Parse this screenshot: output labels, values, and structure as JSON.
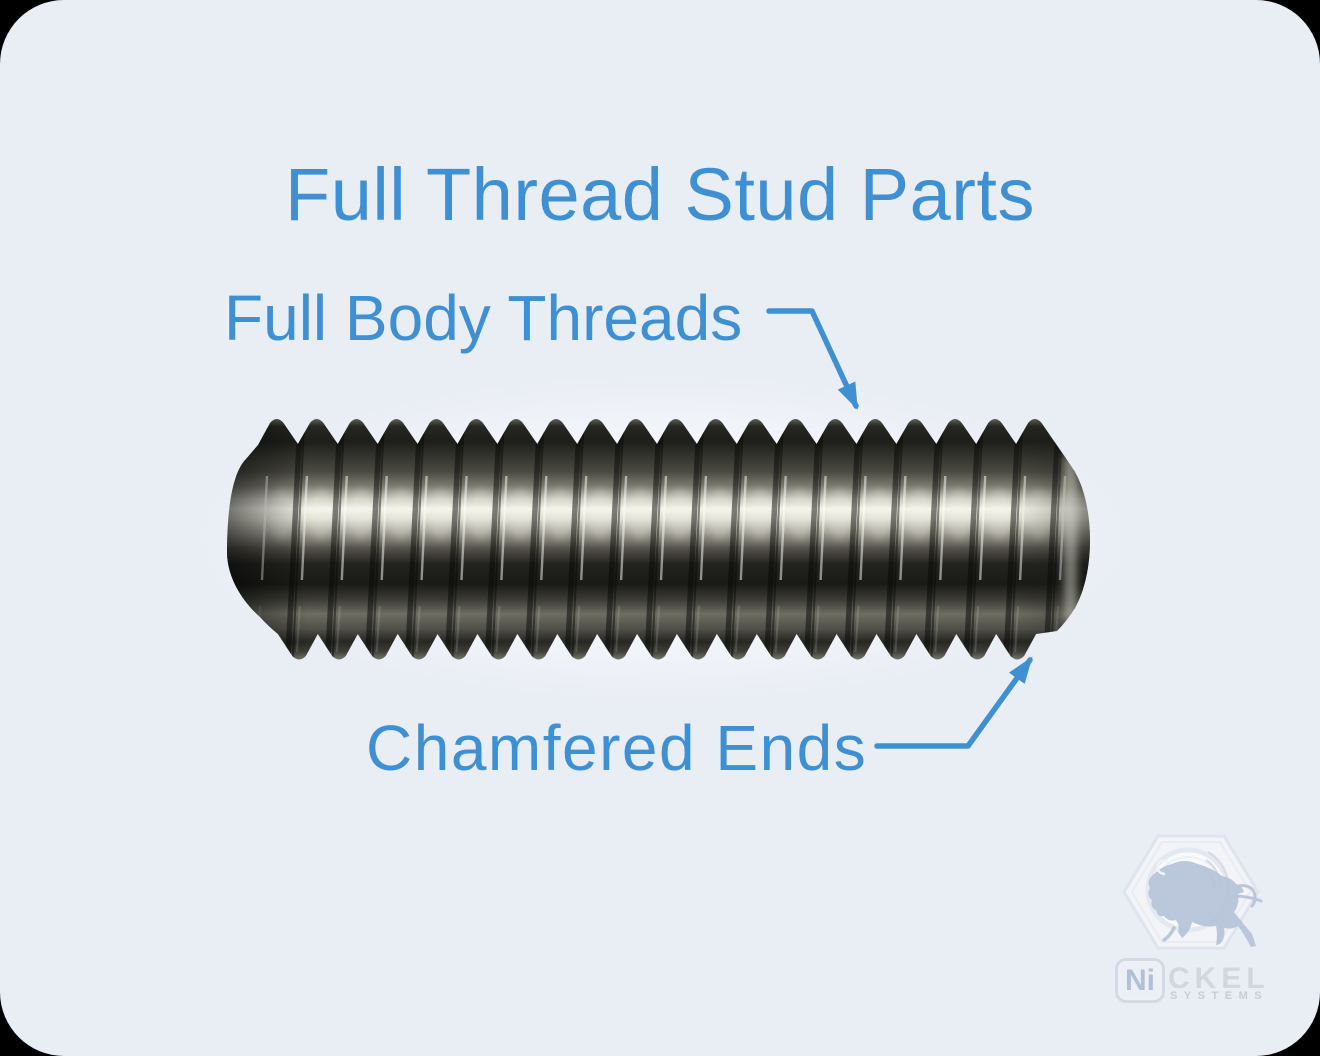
{
  "card": {
    "background": "#E9EDF4",
    "outer_background": "#000000",
    "accent": "#3E90D3"
  },
  "title": "Full Thread Stud Parts",
  "callouts": [
    {
      "label": "Full Body Threads"
    },
    {
      "label": "Chamfered Ends"
    }
  ],
  "figure": {
    "subject": "fully threaded stud, chamfered ends, horizontal metal photo",
    "teeth": 20,
    "groove_color": "#060605",
    "highlight_color": "#ffffff",
    "shading": [
      {
        "o": "0%",
        "c": "#90908a"
      },
      {
        "o": "2%",
        "c": "#5f5f58"
      },
      {
        "o": "5%",
        "c": "#262622"
      },
      {
        "o": "11%",
        "c": "#1d1d1a"
      },
      {
        "o": "17%",
        "c": "#34342f"
      },
      {
        "o": "23%",
        "c": "#4a4a42"
      },
      {
        "o": "29%",
        "c": "#7c7c71"
      },
      {
        "o": "34%",
        "c": "#cacabc"
      },
      {
        "o": "38%",
        "c": "#f4f3e9"
      },
      {
        "o": "42%",
        "c": "#ddddd0"
      },
      {
        "o": "48%",
        "c": "#9b9a8e"
      },
      {
        "o": "54%",
        "c": "#514f48"
      },
      {
        "o": "60%",
        "c": "#23231f"
      },
      {
        "o": "68%",
        "c": "#1a1a17"
      },
      {
        "o": "74%",
        "c": "#3b3b35"
      },
      {
        "o": "80%",
        "c": "#6d6d62"
      },
      {
        "o": "86%",
        "c": "#504f48"
      },
      {
        "o": "91%",
        "c": "#272723"
      },
      {
        "o": "95%",
        "c": "#3f3f39"
      },
      {
        "o": "98%",
        "c": "#73736a"
      },
      {
        "o": "100%",
        "c": "#8a8a80"
      }
    ]
  },
  "logo": {
    "element_symbol": "Ni",
    "name_suffix": "CKEL",
    "subtitle": "SYSTEMS"
  }
}
